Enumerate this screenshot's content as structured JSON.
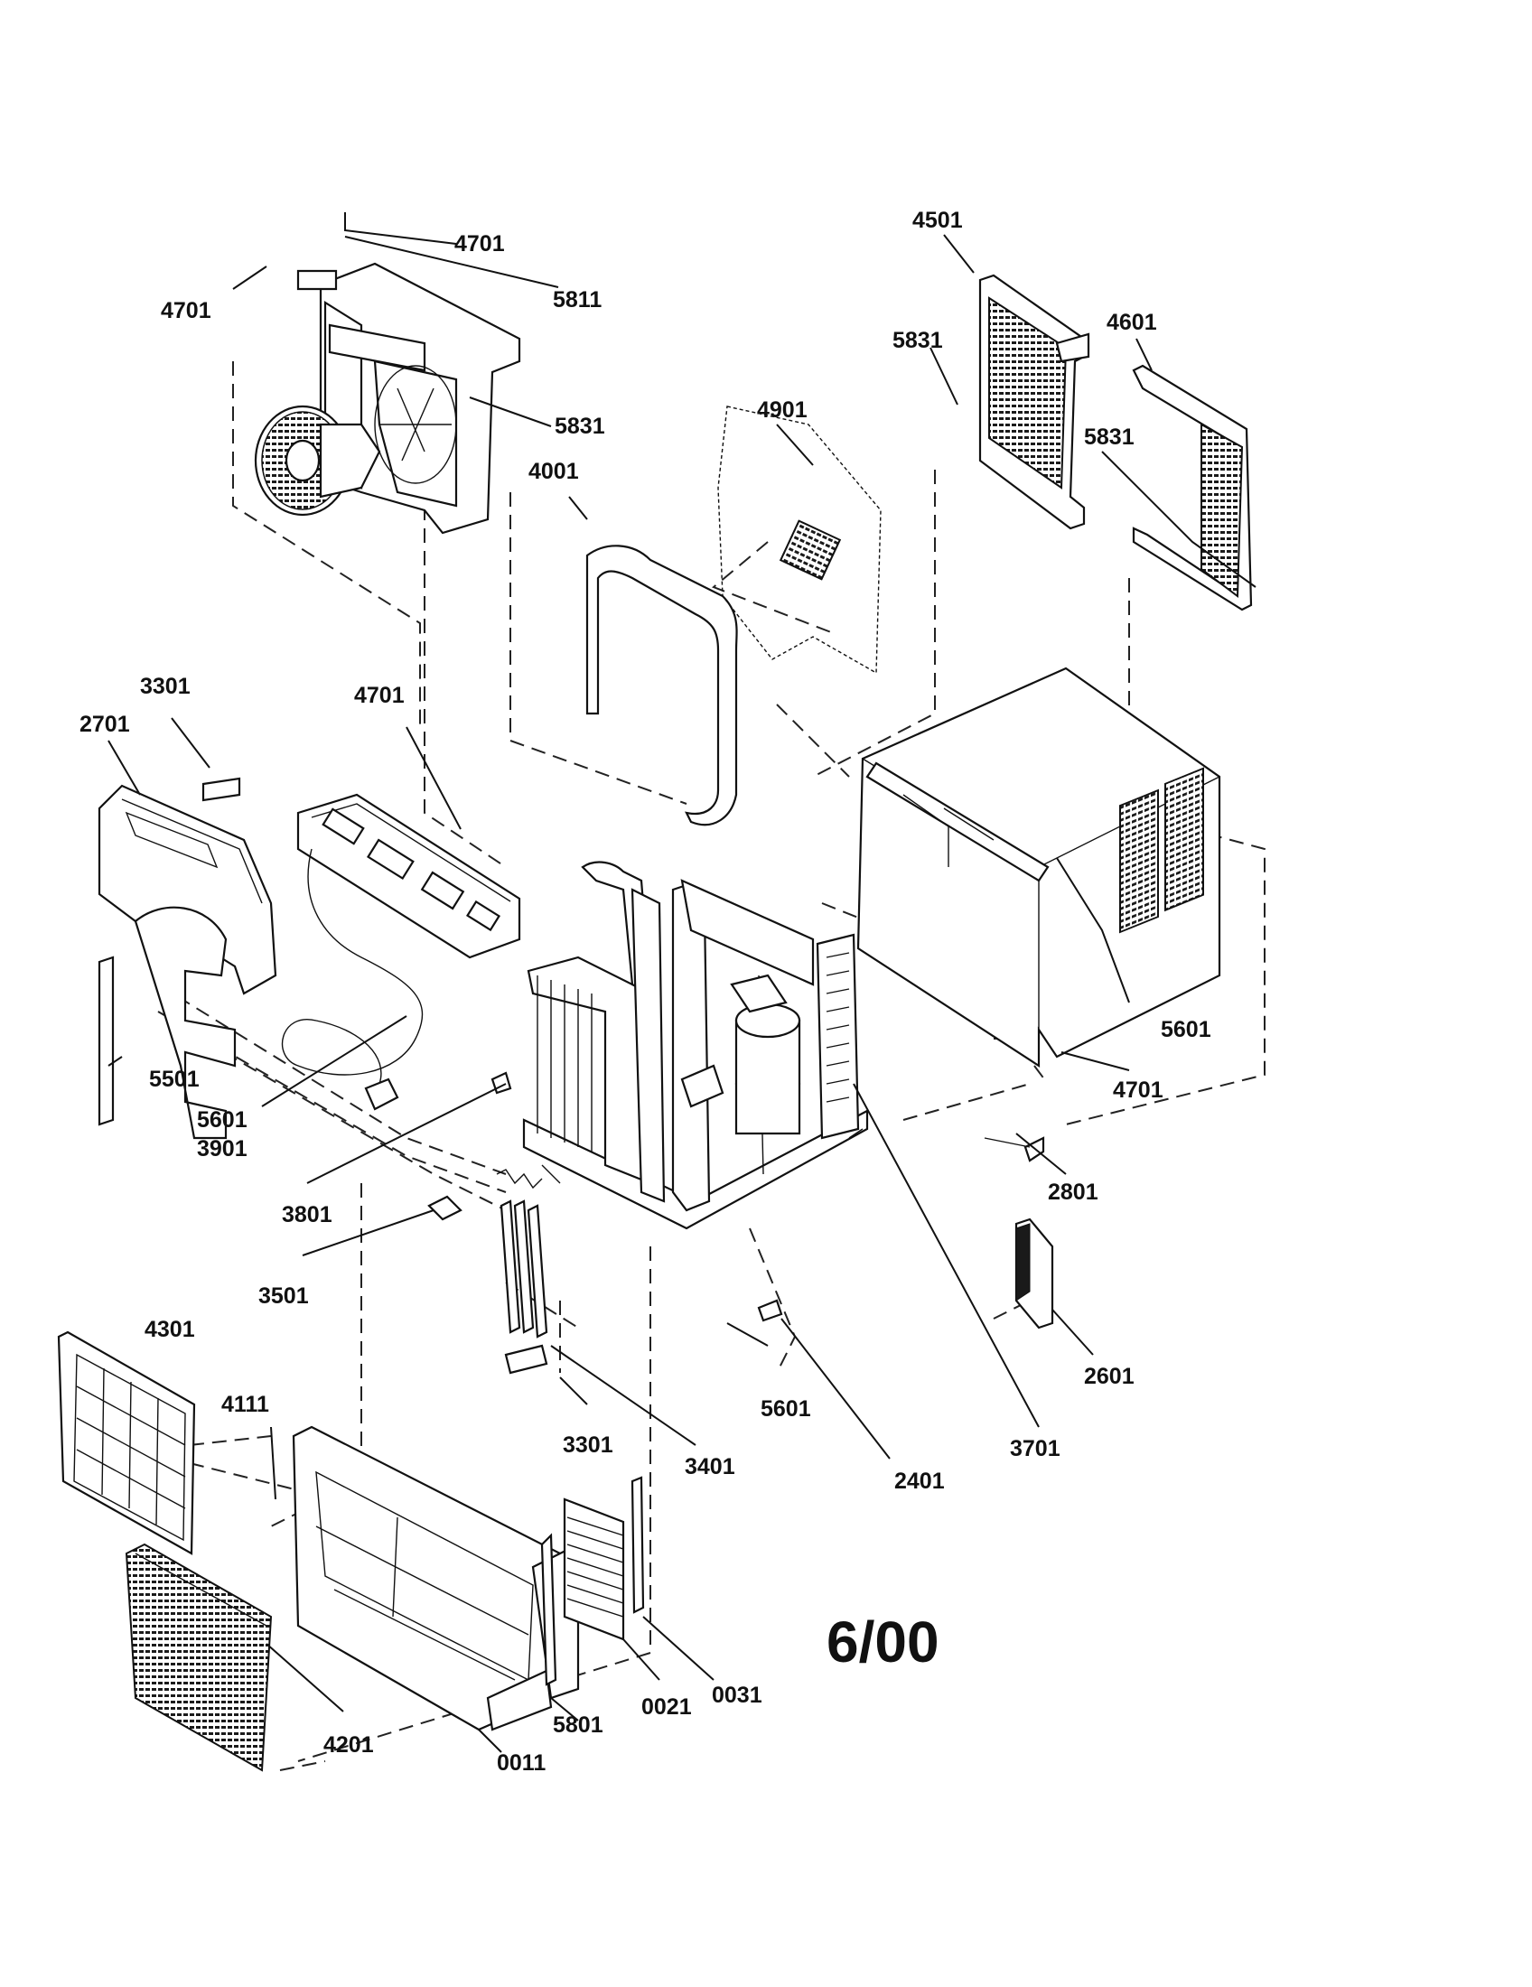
{
  "diagram": {
    "date_code": "6/00",
    "callouts": [
      {
        "id": "c-4701-top",
        "text": "4701"
      },
      {
        "id": "c-4701-left",
        "text": "4701"
      },
      {
        "id": "c-5811",
        "text": "5811"
      },
      {
        "id": "c-5831-blower",
        "text": "5831"
      },
      {
        "id": "c-4501",
        "text": "4501"
      },
      {
        "id": "c-5831-left-grille",
        "text": "5831"
      },
      {
        "id": "c-4601",
        "text": "4601"
      },
      {
        "id": "c-5831-right-grille",
        "text": "5831"
      },
      {
        "id": "c-4901",
        "text": "4901"
      },
      {
        "id": "c-4001",
        "text": "4001"
      },
      {
        "id": "c-3301-top",
        "text": "3301"
      },
      {
        "id": "c-2701",
        "text": "2701"
      },
      {
        "id": "c-4701-control",
        "text": "4701"
      },
      {
        "id": "c-5601-cabinet",
        "text": "5601"
      },
      {
        "id": "c-4701-cabinet",
        "text": "4701"
      },
      {
        "id": "c-5501",
        "text": "5501"
      },
      {
        "id": "c-5601-cord",
        "text": "5601"
      },
      {
        "id": "c-3901",
        "text": "3901"
      },
      {
        "id": "c-3801",
        "text": "3801"
      },
      {
        "id": "c-2801",
        "text": "2801"
      },
      {
        "id": "c-3501",
        "text": "3501"
      },
      {
        "id": "c-4301",
        "text": "4301"
      },
      {
        "id": "c-2601",
        "text": "2601"
      },
      {
        "id": "c-4111",
        "text": "4111"
      },
      {
        "id": "c-5601-base",
        "text": "5601"
      },
      {
        "id": "c-3301-bottom",
        "text": "3301"
      },
      {
        "id": "c-3401",
        "text": "3401"
      },
      {
        "id": "c-2401",
        "text": "2401"
      },
      {
        "id": "c-3701",
        "text": "3701"
      },
      {
        "id": "c-0031",
        "text": "0031"
      },
      {
        "id": "c-0021",
        "text": "0021"
      },
      {
        "id": "c-5801",
        "text": "5801"
      },
      {
        "id": "c-4201",
        "text": "4201"
      },
      {
        "id": "c-0011",
        "text": "0011"
      }
    ]
  }
}
